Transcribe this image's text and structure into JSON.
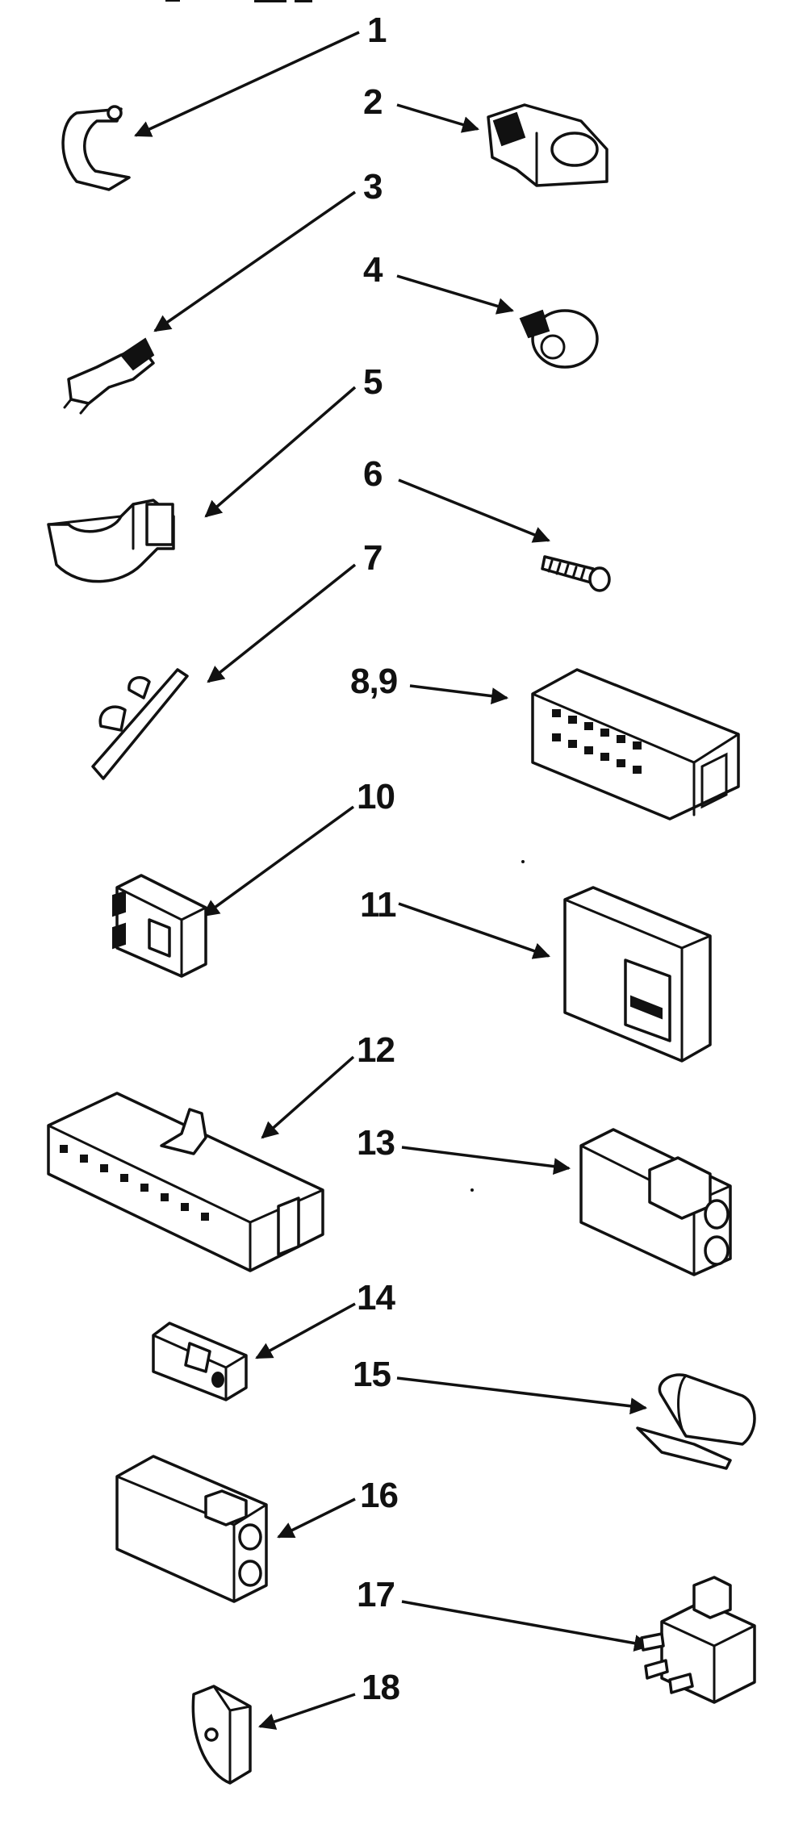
{
  "callouts": [
    {
      "id": 1,
      "label": "1"
    },
    {
      "id": 2,
      "label": "2"
    },
    {
      "id": 3,
      "label": "3"
    },
    {
      "id": 4,
      "label": "4"
    },
    {
      "id": 5,
      "label": "5"
    },
    {
      "id": 6,
      "label": "6"
    },
    {
      "id": 7,
      "label": "7"
    },
    {
      "id": 8,
      "label": "8,9"
    },
    {
      "id": 10,
      "label": "10"
    },
    {
      "id": 11,
      "label": "11"
    },
    {
      "id": 12,
      "label": "12"
    },
    {
      "id": 13,
      "label": "13"
    },
    {
      "id": 14,
      "label": "14"
    },
    {
      "id": 15,
      "label": "15"
    },
    {
      "id": 16,
      "label": "16"
    },
    {
      "id": 17,
      "label": "17"
    },
    {
      "id": 18,
      "label": "18"
    }
  ]
}
